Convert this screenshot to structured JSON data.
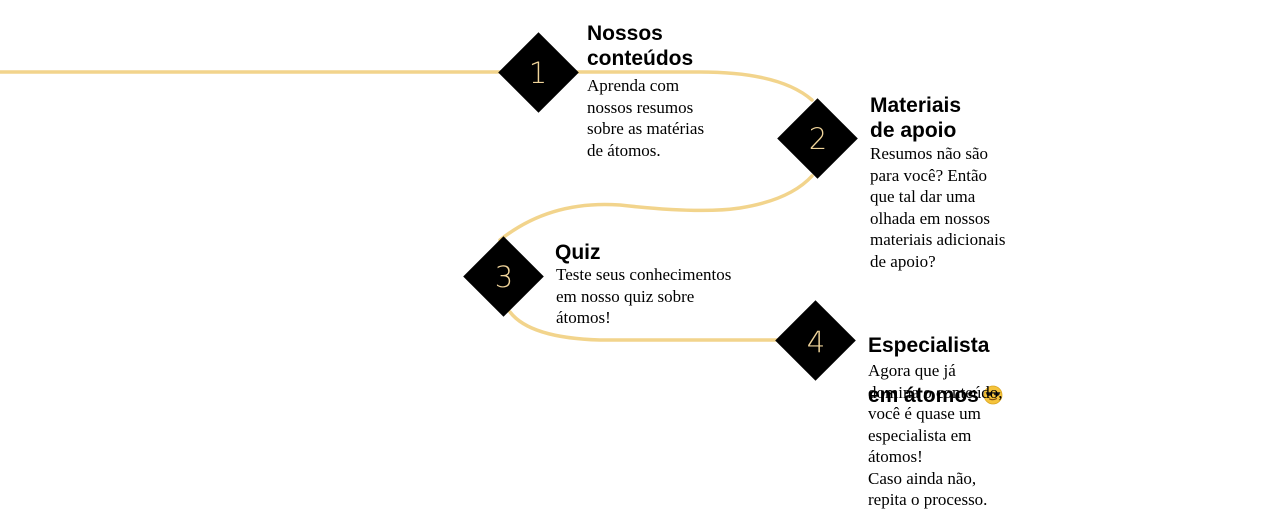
{
  "path_color": "#f2d48c",
  "diamond_color": "#000000",
  "number_color": "#f0d49a",
  "steps": [
    {
      "number": "1",
      "title": "Nossos\nconteúdos",
      "description": "Aprenda com\nnossos resumos\nsobre as matérias\nde átomos."
    },
    {
      "number": "2",
      "title": "Materiais\nde apoio",
      "description": "Resumos não são\npara você? Então\nque tal dar uma\nolhada em nossos\nmateriais adicionais\nde apoio?"
    },
    {
      "number": "3",
      "title": "Quiz",
      "description": "Teste seus conhecimentos\nem nosso quiz sobre\nátomos!"
    },
    {
      "number": "4",
      "title_line1": "Especialista",
      "title_line2": "em átomos",
      "title_emoji": "sunglasses-face-icon",
      "description": "Agora que já\ndomina o conteúdo,\nvocê é quase um\nespecialista em\nátomos!\nCaso ainda não,\nrepita o processo."
    }
  ]
}
